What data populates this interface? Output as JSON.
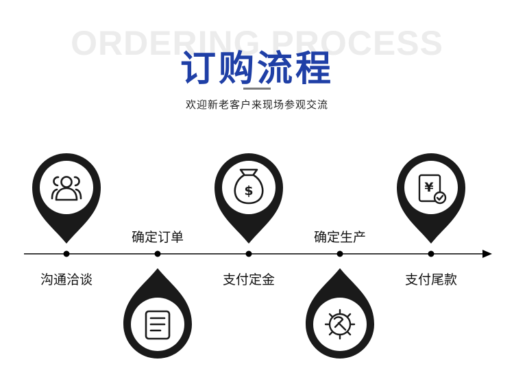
{
  "header": {
    "background_text": "ORDERING PROCESS",
    "title": "订购流程",
    "subtitle": "欢迎新老客户来现场参观交流"
  },
  "steps": [
    {
      "label": "沟通洽谈",
      "icon": "users-icon"
    },
    {
      "label": "确定订单",
      "icon": "document-icon"
    },
    {
      "label": "支付定金",
      "icon": "money-bag-icon"
    },
    {
      "label": "确定生产",
      "icon": "gear-wrench-icon"
    },
    {
      "label": "支付尾款",
      "icon": "receipt-yuan-icon"
    }
  ],
  "colors": {
    "title_blue": "#1f3fa6",
    "pin_dark": "#1a1a1a",
    "line": "#000000"
  }
}
